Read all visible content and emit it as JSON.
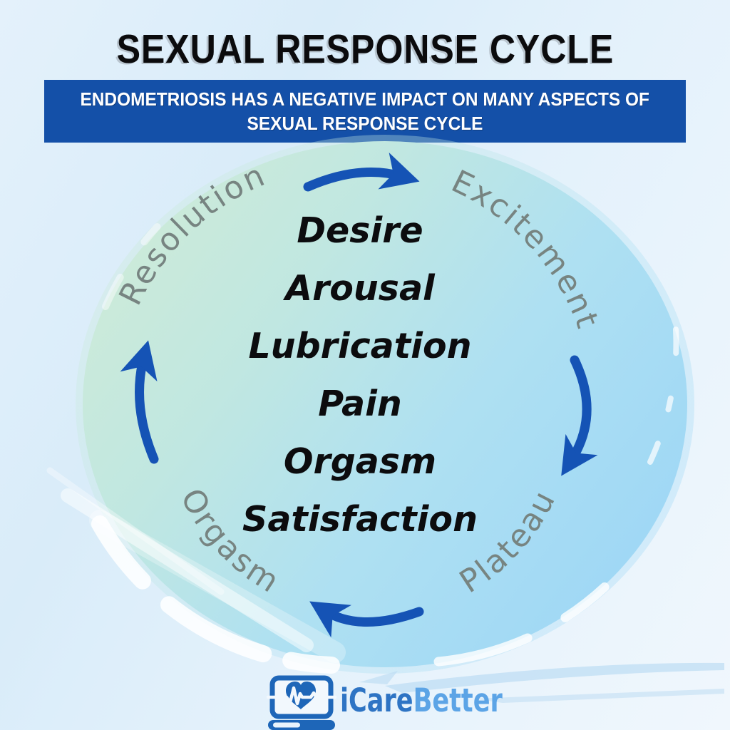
{
  "title": {
    "text": "SEXUAL RESPONSE CYCLE"
  },
  "banner": {
    "line1": "ENDOMETRIOSIS HAS A NEGATIVE IMPACT ON MANY ASPECTS OF",
    "line2": "SEXUAL RESPONSE CYCLE",
    "bg_color": "#1450a8",
    "text_color": "#ffffff"
  },
  "cycle": {
    "stages": {
      "top_left": "Resolution",
      "top_right": "Excitement",
      "bottom_right": "Plateau",
      "bottom_left": "Orgasm"
    },
    "center_items": [
      "Desire",
      "Arousal",
      "Lubrication",
      "Pain",
      "Orgasm",
      "Satisfaction"
    ],
    "stage_label_color": "#778481",
    "arrow_color": "#1553b5",
    "circle_gradient": [
      "#d3ecd5",
      "#c0e7e1",
      "#a5dbf4"
    ]
  },
  "logo": {
    "brand_first": "iCare",
    "brand_second": "Better",
    "brand_first_color": "#2e74c4",
    "brand_second_color": "#5ca4e6",
    "icon": "laptop-heart-ekg-icon",
    "icon_color": "#1e66b8"
  }
}
